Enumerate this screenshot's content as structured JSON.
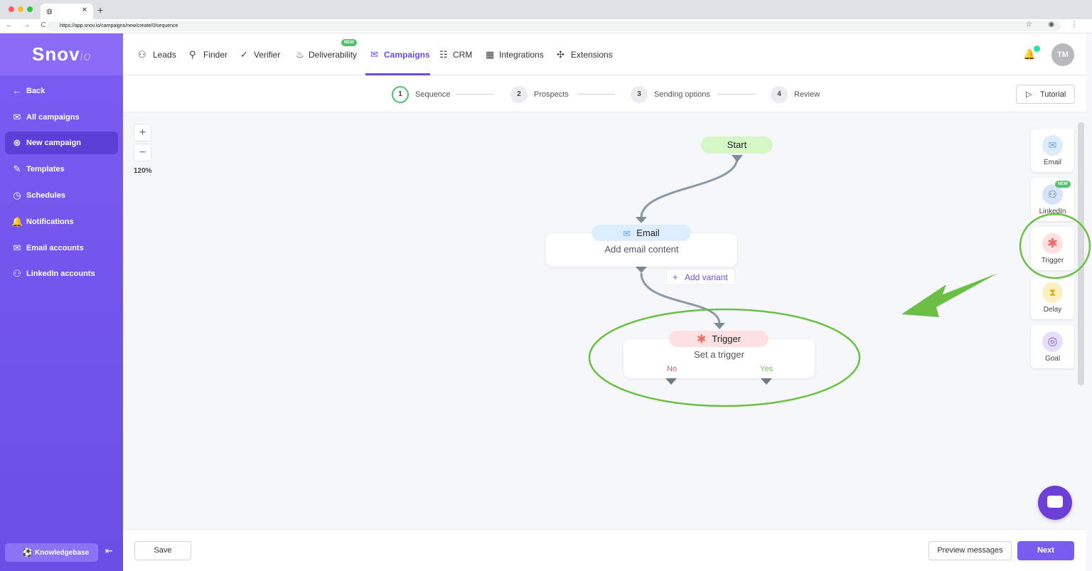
{
  "browser": {
    "url": "https://app.snov.io/campaigns/new/create/0/sequence",
    "nav_glyphs": "← → C",
    "right_glyphs": "☆ ◉ ⋮"
  },
  "sidebar": {
    "logo_main": "Snov",
    "logo_suffix": "io",
    "items": [
      {
        "label": "Back",
        "icon": "←"
      },
      {
        "label": "All campaigns",
        "icon": "✉"
      },
      {
        "label": "New campaign",
        "icon": "⊕"
      },
      {
        "label": "Templates",
        "icon": "✎"
      },
      {
        "label": "Schedules",
        "icon": "◷"
      },
      {
        "label": "Notifications",
        "icon": "🔔"
      },
      {
        "label": "Email accounts",
        "icon": "✉"
      },
      {
        "label": "LinkedIn accounts",
        "icon": "⚇"
      }
    ],
    "knowledgebase_label": "Knowledgebase",
    "knowledgebase_icon": "⚽",
    "collapse_icon": "⇤"
  },
  "topnav": {
    "items": [
      {
        "label": "Leads",
        "icon": "⚇"
      },
      {
        "label": "Finder",
        "icon": "⚲"
      },
      {
        "label": "Verifier",
        "icon": "✓"
      },
      {
        "label": "Deliverability",
        "icon": "♨",
        "badge": "NEW"
      },
      {
        "label": "Campaigns",
        "icon": "✉",
        "active": true
      },
      {
        "label": "CRM",
        "icon": "☷"
      },
      {
        "label": "Integrations",
        "icon": "▦"
      },
      {
        "label": "Extensions",
        "icon": "✣"
      }
    ],
    "bell_icon": "🔔",
    "avatar_initials": "TM"
  },
  "stepper": {
    "steps": [
      {
        "num": "1",
        "label": "Sequence",
        "active": true
      },
      {
        "num": "2",
        "label": "Prospects"
      },
      {
        "num": "3",
        "label": "Sending options"
      },
      {
        "num": "4",
        "label": "Review"
      }
    ],
    "tutorial_label": "Tutorial",
    "tutorial_icon": "▷"
  },
  "canvas": {
    "zoom_plus": "+",
    "zoom_minus": "−",
    "zoom_level": "120%",
    "start_label": "Start",
    "email": {
      "title": "Email",
      "subtitle": "Add email content",
      "icon": "✉"
    },
    "add_variant": {
      "icon": "+",
      "label": "Add variant"
    },
    "trigger": {
      "title": "Trigger",
      "subtitle": "Set a trigger",
      "icon": "✱",
      "no_label": "No",
      "yes_label": "Yes"
    }
  },
  "tools": [
    {
      "label": "Email",
      "icon": "✉",
      "bg": "#dcecfc",
      "fg": "#5ea3ec"
    },
    {
      "label": "LinkedIn",
      "icon": "⚇",
      "bg": "#d6e4fb",
      "fg": "#3f6fd3",
      "badge": "NEW"
    },
    {
      "label": "Trigger",
      "icon": "✱",
      "bg": "#fde0e0",
      "fg": "#ee6b6b"
    },
    {
      "label": "Delay",
      "icon": "⧗",
      "bg": "#fcf0c2",
      "fg": "#e1a81d"
    },
    {
      "label": "Goal",
      "icon": "◎",
      "bg": "#e7defb",
      "fg": "#7b5cf3"
    }
  ],
  "bottombar": {
    "save_label": "Save",
    "preview_label": "Preview messages",
    "next_label": "Next"
  },
  "colors": {
    "brand_purple": "#7b5cf3",
    "active_purple": "#6c4ddf",
    "annotation_green": "#6cbf45",
    "new_badge_green": "#4fc26b"
  }
}
